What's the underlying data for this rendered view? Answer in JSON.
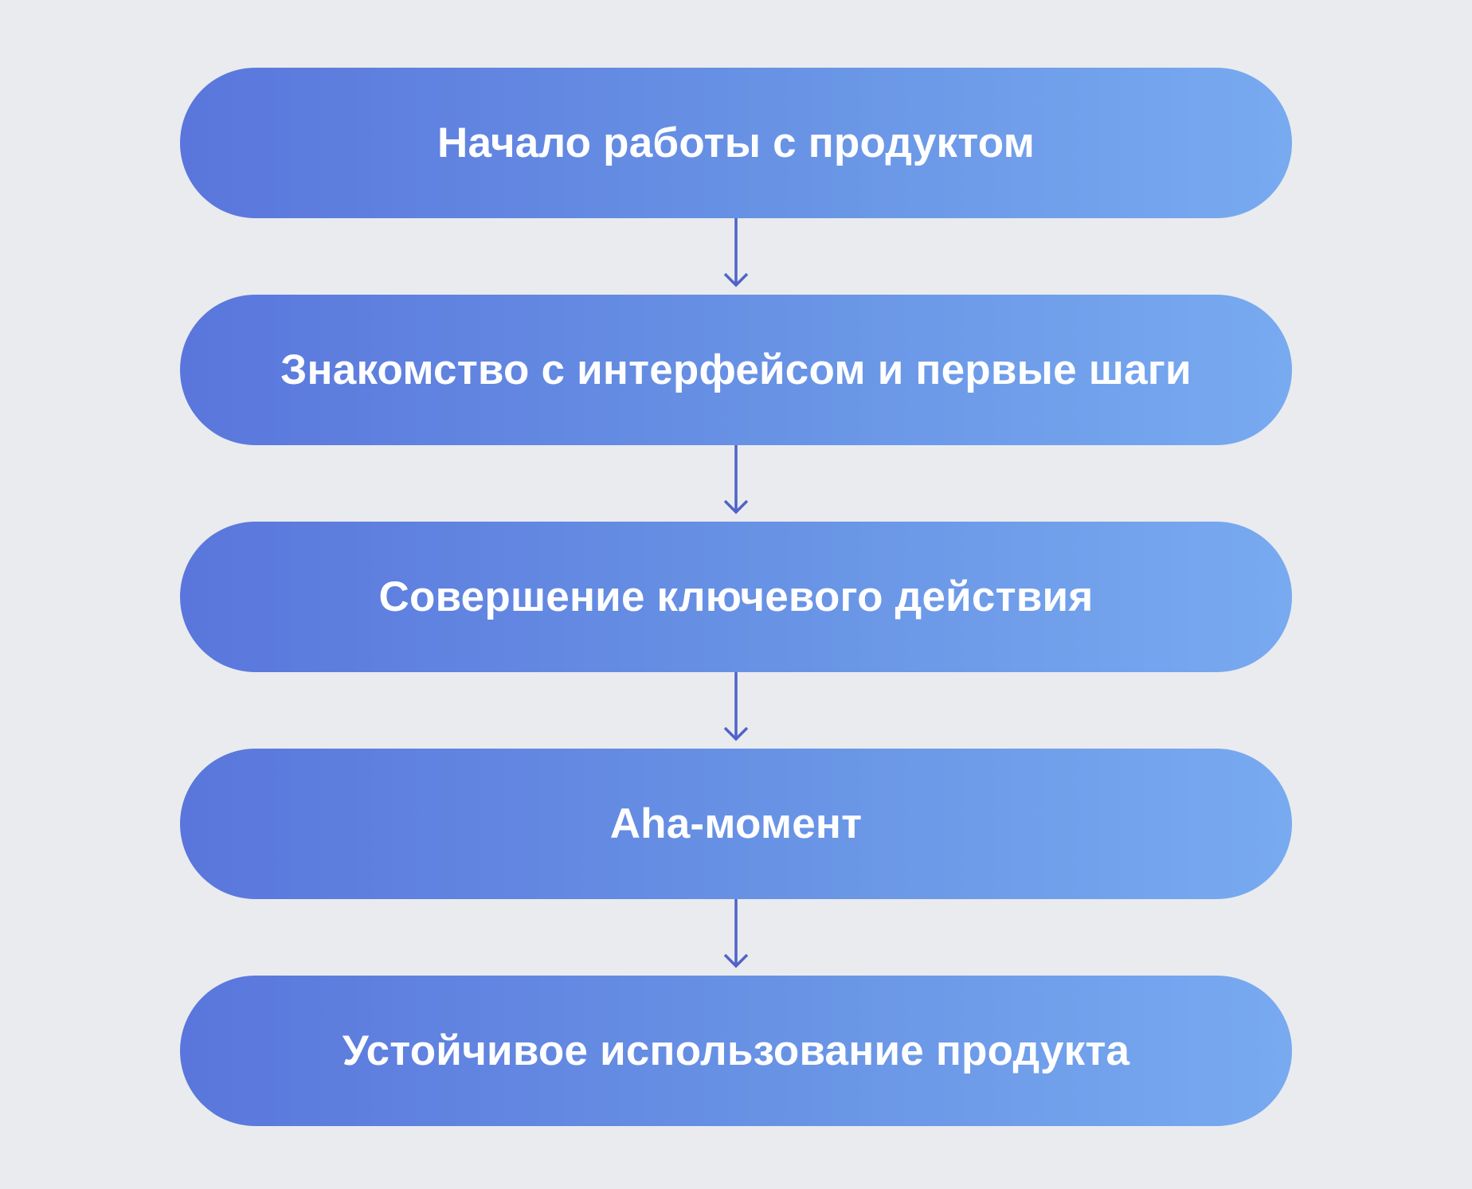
{
  "diagram": {
    "steps": [
      {
        "label": "Начало работы с продуктом"
      },
      {
        "label": "Знакомство с интерфейсом и первые шаги"
      },
      {
        "label": "Совершение ключевого действия"
      },
      {
        "label": "Aha-момент"
      },
      {
        "label": "Устойчивое использование продукта"
      }
    ],
    "colors": {
      "background": "#e9ebef",
      "gradient_start": "#5a76dc",
      "gradient_end": "#78aaf0",
      "arrow": "#4f63c8",
      "text": "#ffffff"
    }
  }
}
